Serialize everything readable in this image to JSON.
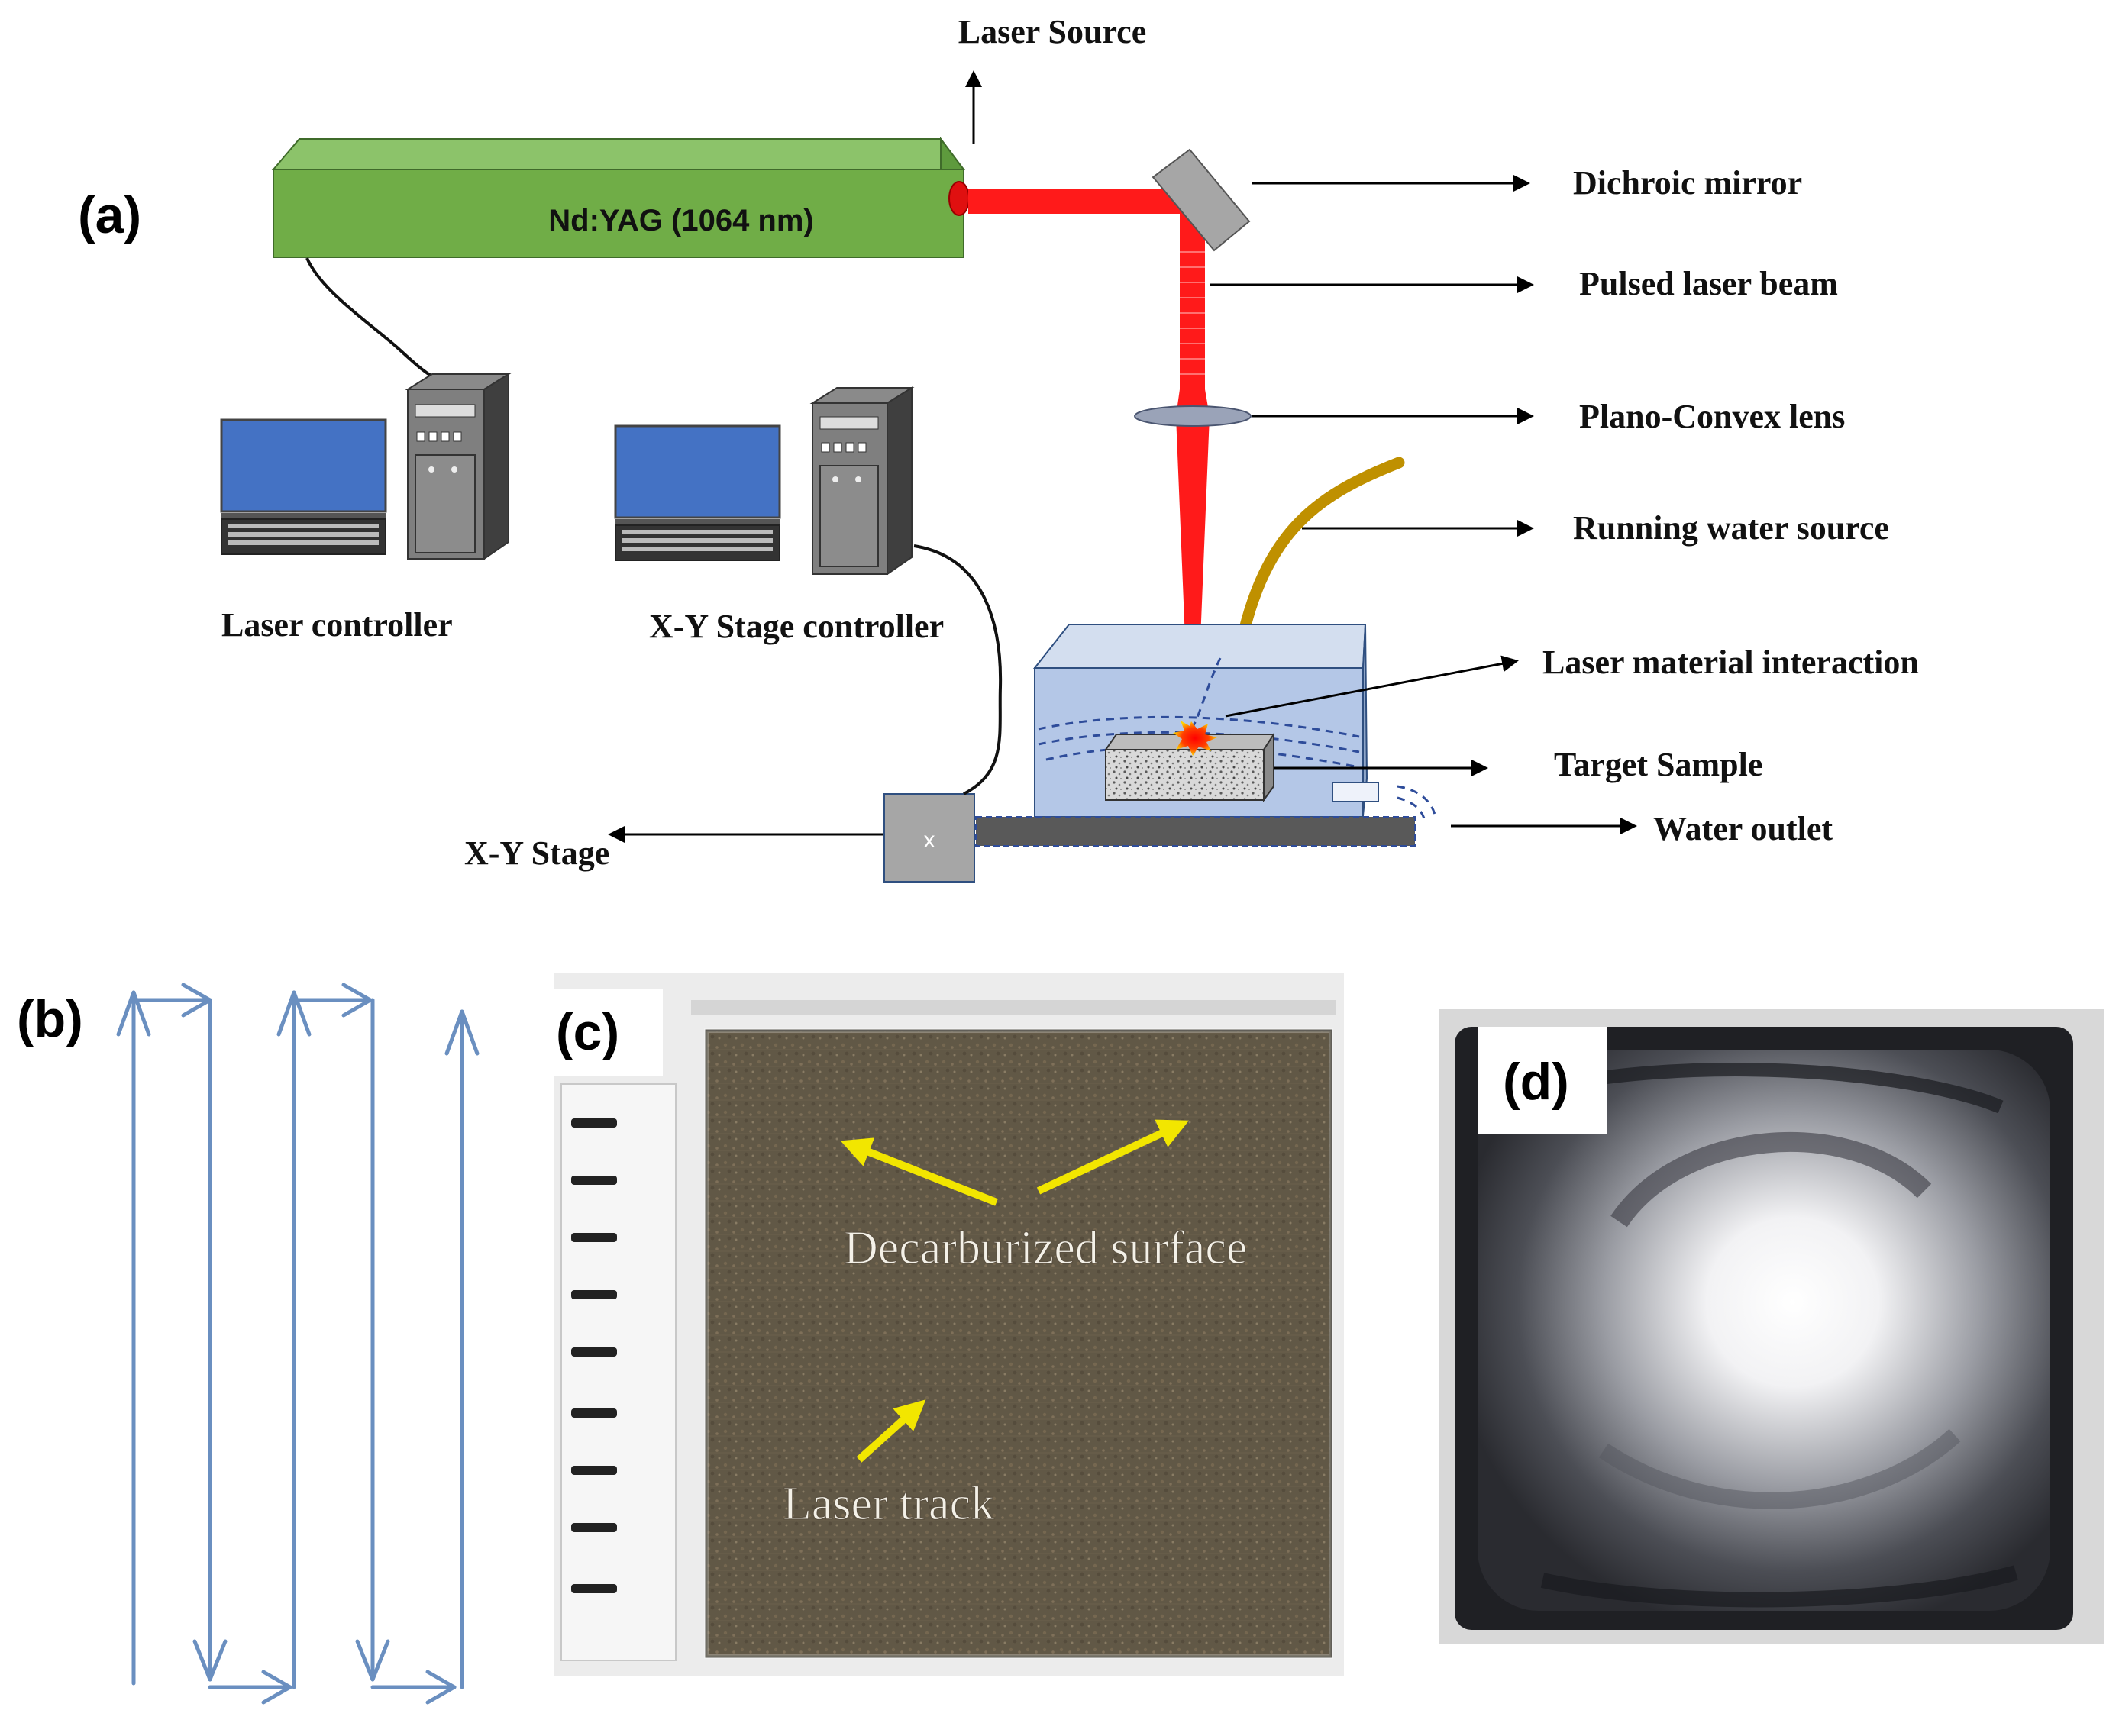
{
  "panels": {
    "a": "(a)",
    "b": "(b)",
    "c": "(c)",
    "d": "(d)"
  },
  "laser": {
    "label": "Nd:YAG (1064 nm)",
    "color": "#70ad47"
  },
  "labels": {
    "laser_source": "Laser Source",
    "dichroic_mirror": "Dichroic mirror",
    "pulsed_laser_beam": "Pulsed laser beam",
    "plano_convex_lens": "Plano-Convex lens",
    "running_water_source": "Running water source",
    "laser_material_interaction": "Laser material interaction",
    "target_sample": "Target Sample",
    "water_outlet": "Water outlet",
    "xy_stage": "X-Y Stage",
    "laser_controller": "Laser controller",
    "xy_stage_controller": "X-Y Stage controller",
    "stage_box": "x"
  },
  "photo_c": {
    "decarburized_surface": "Decarburized surface",
    "laser_track": "Laser track"
  },
  "colors": {
    "beam": "#ff1a1a",
    "monitor": "#4472c4",
    "water_tank": "#b4c7e7",
    "water_pipe": "#bf9000",
    "scan_path": "#6a8fc0",
    "annotation_arrow": "#f2e600"
  }
}
